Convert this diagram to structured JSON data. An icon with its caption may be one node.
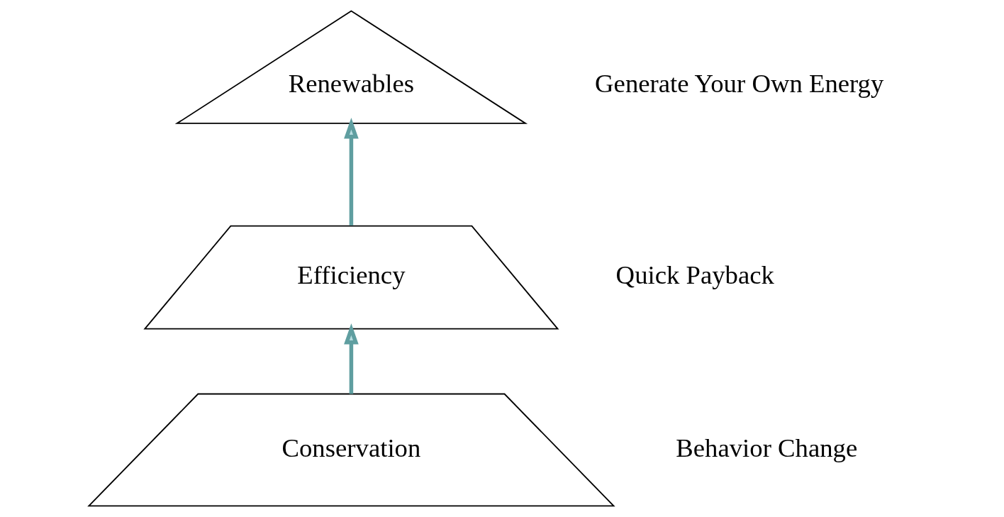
{
  "diagram": {
    "nodes": [
      {
        "text": [
          "Renewables"
        ],
        "beside": [
          "Generate Your Own Energy"
        ]
      },
      {
        "text": [
          "Efficiency"
        ],
        "beside": [
          "Quick Payback"
        ]
      },
      {
        "text": [
          "Conservation"
        ],
        "beside": [
          "Behavior Change"
        ]
      }
    ],
    "edges": [
      {
        "from": 2,
        "to": 1,
        "arrow": "to"
      },
      {
        "from": 1,
        "to": 0,
        "arrow": "to"
      }
    ]
  }
}
